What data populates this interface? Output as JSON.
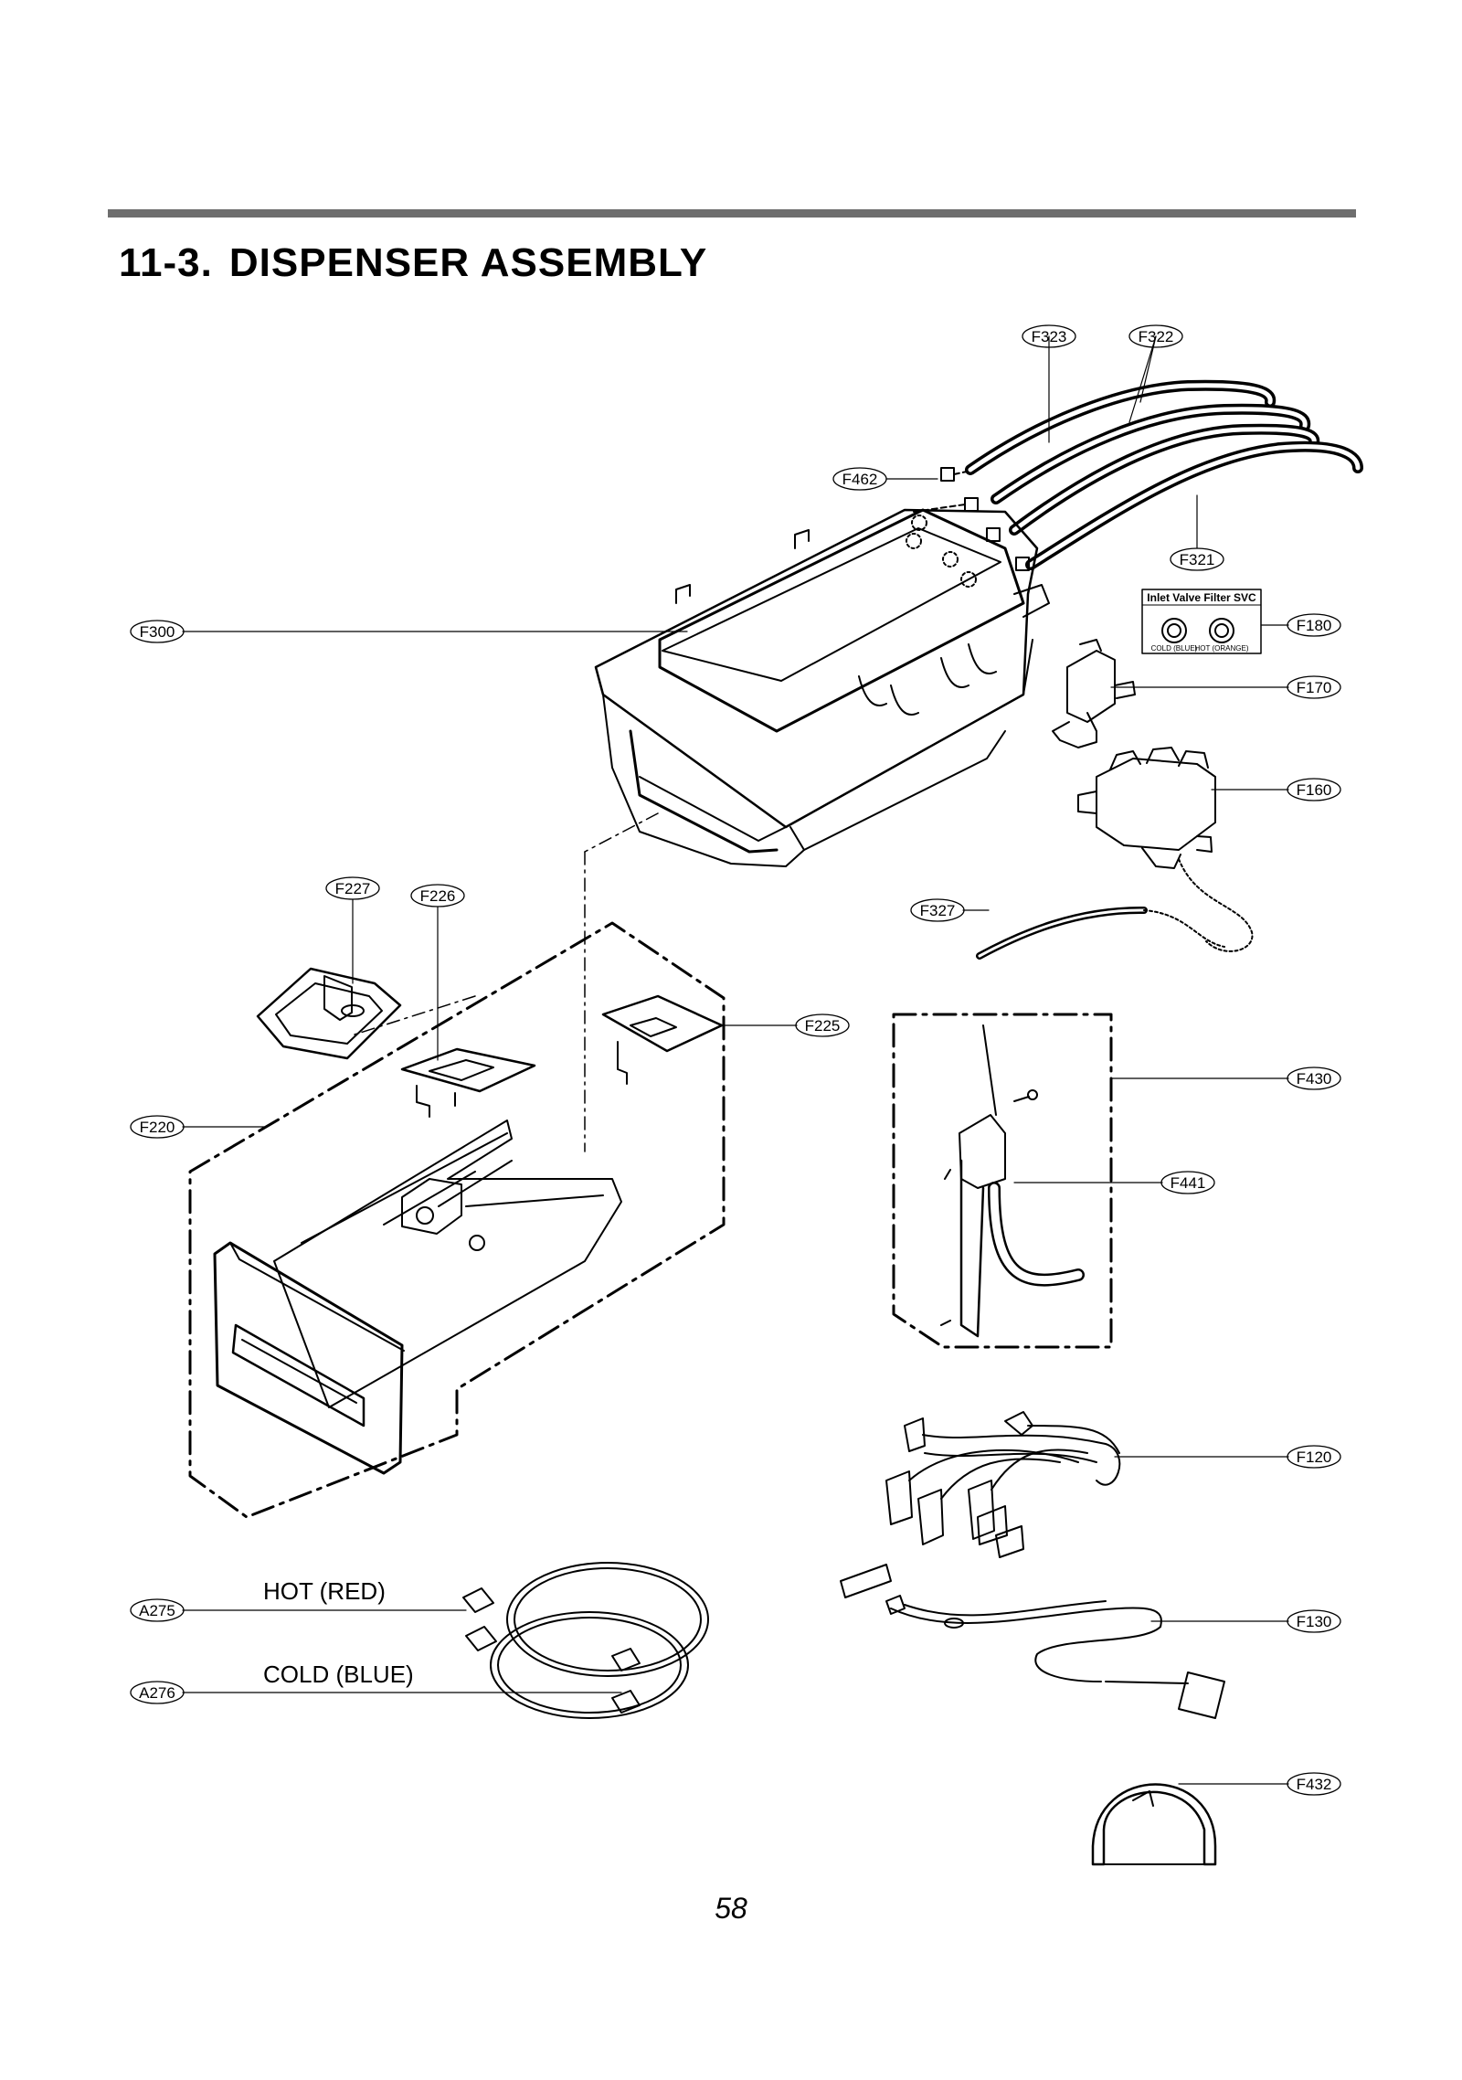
{
  "page": {
    "section_number": "11-3.",
    "section_title": "DISPENSER ASSEMBLY",
    "page_number": "58"
  },
  "callouts": {
    "F323": "F323",
    "F322": "F322",
    "F462": "F462",
    "F321": "F321",
    "F300": "F300",
    "F180": "F180",
    "F170": "F170",
    "F160": "F160",
    "F327": "F327",
    "F227": "F227",
    "F226": "F226",
    "F225": "F225",
    "F430": "F430",
    "F220": "F220",
    "F441": "F441",
    "F120": "F120",
    "A275": "A275",
    "A276": "A276",
    "F130": "F130",
    "F432": "F432"
  },
  "labels": {
    "hot": "HOT (RED)",
    "cold": "COLD (BLUE)"
  },
  "filter_box": {
    "title": "Inlet Valve Filter SVC",
    "cold": "COLD (BLUE)",
    "hot": "HOT (ORANGE)"
  }
}
